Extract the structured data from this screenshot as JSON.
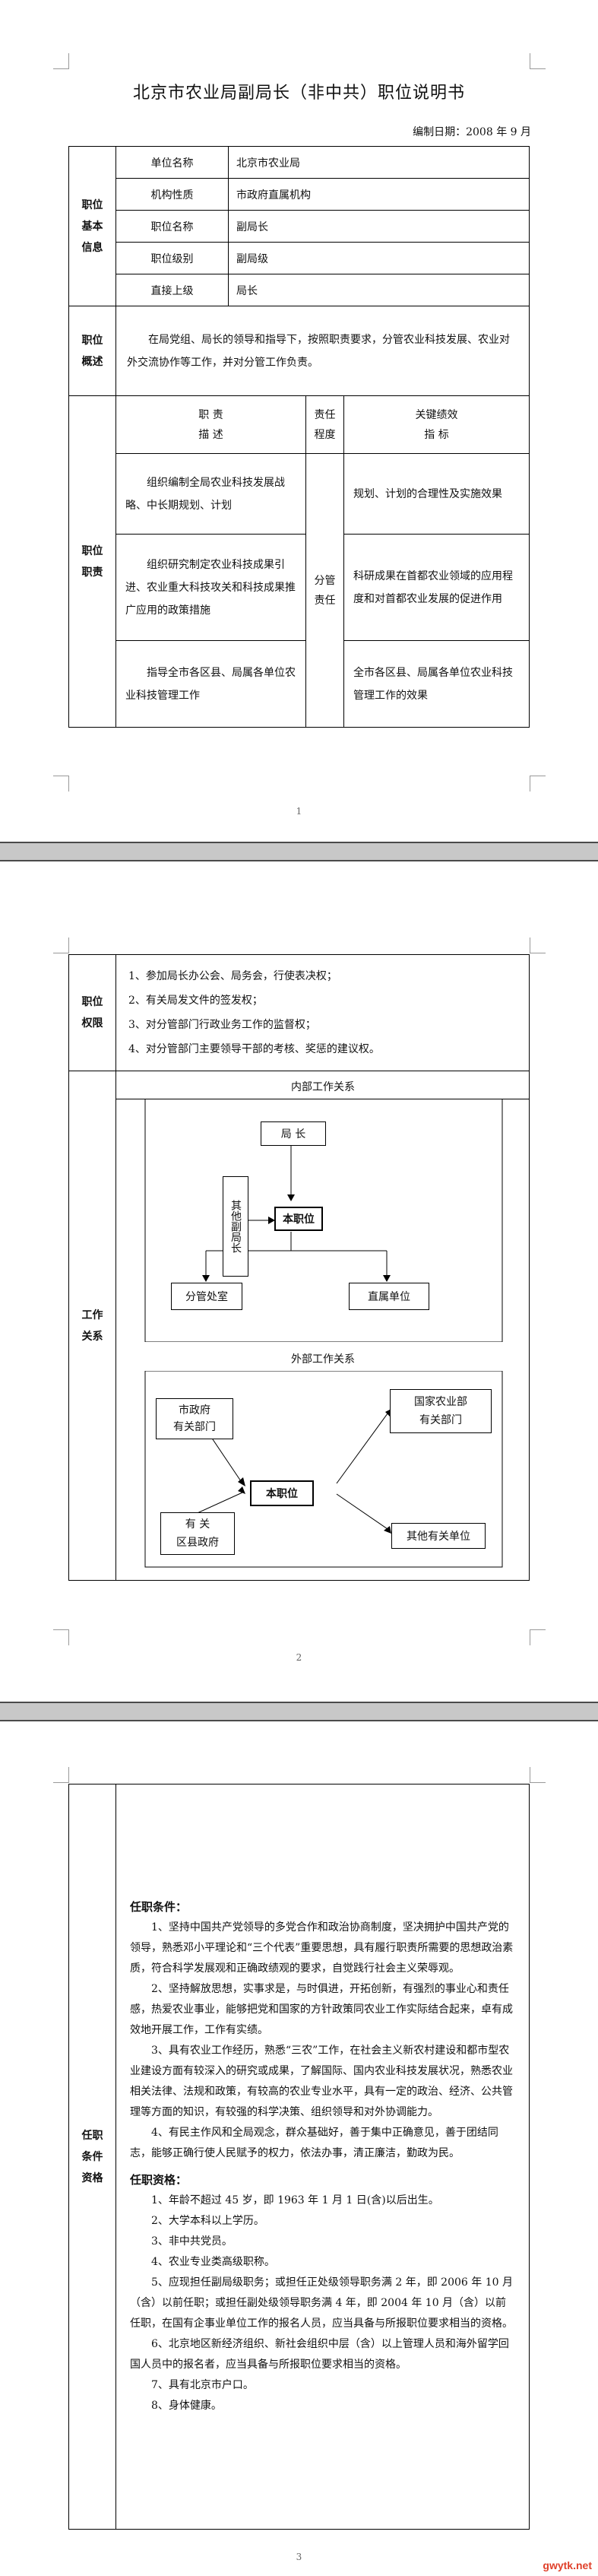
{
  "page1": {
    "title": "北京市农业局副局长（非中共）职位说明书",
    "date": "编制日期：2008 年 9 月",
    "basic": {
      "section": "职位基本信息",
      "rows": [
        {
          "label": "单位名称",
          "value": "北京市农业局"
        },
        {
          "label": "机构性质",
          "value": "市政府直属机构"
        },
        {
          "label": "职位名称",
          "value": "副局长"
        },
        {
          "label": "职位级别",
          "value": "副局级"
        },
        {
          "label": "直接上级",
          "value": "局长"
        }
      ]
    },
    "overview": {
      "section": "职位概述",
      "text": "在局党组、局长的领导和指导下，按照职责要求，分管农业科技发展、农业对外交流协作等工作，并对分管工作负责。"
    },
    "duties": {
      "section": "职位职责",
      "header_duty": "职 责\n描 述",
      "header_degree": "责任\n程度",
      "header_kpi": "关键绩效\n指 标",
      "degree": "分管\n责任",
      "items": [
        {
          "duty": "组织编制全局农业科技发展战略、中长期规划、计划",
          "kpi": "规划、计划的合理性及实施效果"
        },
        {
          "duty": "组织研究制定农业科技成果引进、农业重大科技攻关和科技成果推广应用的政策措施",
          "kpi": "科研成果在首都农业领域的应用程度和对首都农业发展的促进作用"
        },
        {
          "duty": "指导全市各区县、局属各单位农业科技管理工作",
          "kpi": "全市各区县、局属各单位农业科技管理工作的效果"
        }
      ]
    },
    "page_no": "1"
  },
  "page2": {
    "authority": {
      "section": "职位权限",
      "items": [
        "1、参加局长办公会、局务会，行使表决权；",
        "2、有关局发文件的签发权；",
        "3、对分管部门行政业务工作的监督权；",
        "4、对分管部门主要领导干部的考核、奖惩的建议权。"
      ]
    },
    "relations": {
      "section": "工作关系",
      "internal_title": "内部工作关系",
      "internal": {
        "director": "局 长",
        "other": "其他副局长",
        "this": "本职位",
        "office": "分管处室",
        "unit": "直属单位"
      },
      "external_title": "外部工作关系",
      "external": {
        "city": "市政府\n有关部门",
        "ministry": "国家农业部\n有关部门",
        "this": "本职位",
        "district": "有 关\n区县政府",
        "others": "其他有关单位"
      }
    },
    "page_no": "2"
  },
  "page3": {
    "section": "任职条件资格",
    "conditions_title": "任职条件：",
    "conditions": [
      "1、坚持中国共产党领导的多党合作和政治协商制度，坚决拥护中国共产党的领导，熟悉邓小平理论和“三个代表”重要思想，具有履行职责所需要的思想政治素质，符合科学发展观和正确政绩观的要求，自觉践行社会主义荣辱观。",
      "2、坚持解放思想，实事求是，与时俱进，开拓创新，有强烈的事业心和责任感，热爱农业事业，能够把党和国家的方针政策同农业工作实际结合起来，卓有成效地开展工作，工作有实绩。",
      "3、具有农业工作经历，熟悉“三农”工作，在社会主义新农村建设和都市型农业建设方面有较深入的研究或成果，了解国际、国内农业科技发展状况，熟悉农业相关法律、法规和政策，有较高的农业专业水平，具有一定的政治、经济、公共管理等方面的知识，有较强的科学决策、组织领导和对外协调能力。",
      "4、有民主作风和全局观念，群众基础好，善于集中正确意见，善于团结同志，能够正确行使人民赋予的权力，依法办事，清正廉洁，勤政为民。"
    ],
    "qualifications_title": "任职资格：",
    "qualifications": [
      "1、年龄不超过 45 岁，即 1963 年 1 月 1 日(含)以后出生。",
      "2、大学本科以上学历。",
      "3、非中共党员。",
      "4、农业专业类高级职称。",
      "5、应现担任副局级职务；或担任正处级领导职务满 2 年，即 2006 年 10 月（含）以前任职；或担任副处级领导职务满 4 年，即 2004 年 10 月（含）以前任职，在国有企事业单位工作的报名人员，应当具备与所报职位要求相当的资格。",
      "6、北京地区新经济组织、新社会组织中层（含）以上管理人员和海外留学回国人员中的报名者，应当具备与所报职位要求相当的资格。",
      "7、具有北京市户口。",
      "8、身体健康。"
    ],
    "page_no": "3"
  },
  "watermark": "gwytk.net"
}
